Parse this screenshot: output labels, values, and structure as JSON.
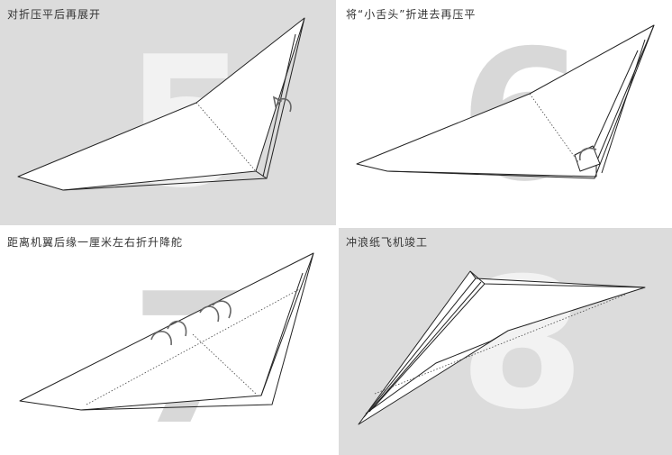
{
  "panels": [
    {
      "step": "5",
      "caption": "对折压平后再展开"
    },
    {
      "step": "6",
      "caption": "将“小舌头”折进去再压平"
    },
    {
      "step": "7",
      "caption": "距离机翼后缘一厘米左右折升降舵"
    },
    {
      "step": "8",
      "caption": "冲浪纸飞机竣工"
    }
  ],
  "colors": {
    "panel_gray": "#dcdcdc",
    "digit_on_gray": "#f2f2f2",
    "digit_on_white": "#d8d8d8",
    "outline": "#222222",
    "arrow": "#666666"
  }
}
